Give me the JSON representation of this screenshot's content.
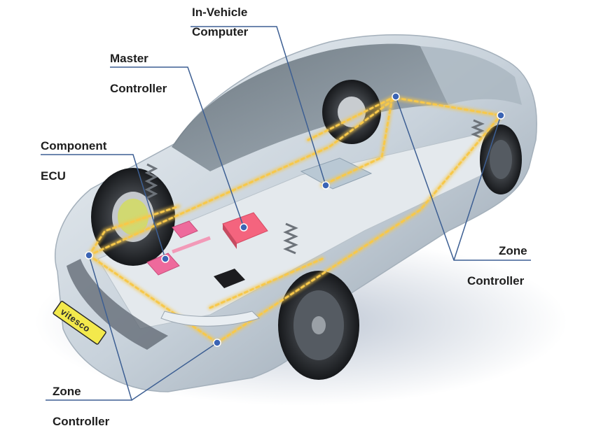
{
  "labels": {
    "in_vehicle_computer": [
      "In-Vehicle",
      "Computer"
    ],
    "master_controller": [
      "Master",
      "Controller"
    ],
    "component_ecu": [
      "Component",
      "ECU"
    ],
    "zone_controller_right": [
      "Zone",
      "Controller"
    ],
    "zone_controller_left": [
      "Zone",
      "Controller"
    ]
  },
  "brand_plate": "vitesco",
  "colors": {
    "leader_line": "#3d5f93",
    "node_dot": "#3b64b4",
    "network_path": "#f7c84a",
    "master_unit": "#f4647e",
    "ecu_module": "#ee6a9c",
    "car_body": "#c9d3dc",
    "plate": "#f3e94c"
  }
}
